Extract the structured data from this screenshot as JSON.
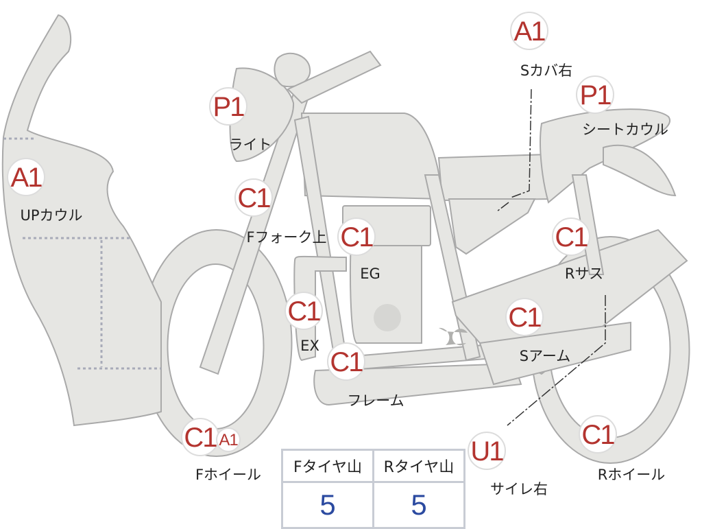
{
  "colors": {
    "part_fill": "#e6e6e3",
    "part_stroke": "#a9a9a9",
    "badge_text": "#b3342f",
    "value_text": "#2b4aa0"
  },
  "parts": [
    {
      "code": "A1",
      "label": "UPカウル"
    },
    {
      "code": "P1",
      "label": "ライト"
    },
    {
      "code": "C1",
      "label": "Fフォーク上"
    },
    {
      "code": "C1",
      "label": "EG"
    },
    {
      "code": "C1",
      "label": "EX"
    },
    {
      "code": "C1",
      "label": "フレーム"
    },
    {
      "code": "C1",
      "extra": "A1",
      "label": "Fホイール"
    },
    {
      "code": "A1",
      "label": "Sカバ右"
    },
    {
      "code": "P1",
      "label": "シートカウル"
    },
    {
      "code": "C1",
      "label": "Rサス"
    },
    {
      "code": "C1",
      "label": "Sアーム"
    },
    {
      "code": "U1",
      "label": "サイレ右"
    },
    {
      "code": "C1",
      "label": "Rホイール"
    }
  ],
  "tyre_table": {
    "headers": [
      "Fタイヤ山",
      "Rタイヤ山"
    ],
    "values": [
      "5",
      "5"
    ]
  }
}
